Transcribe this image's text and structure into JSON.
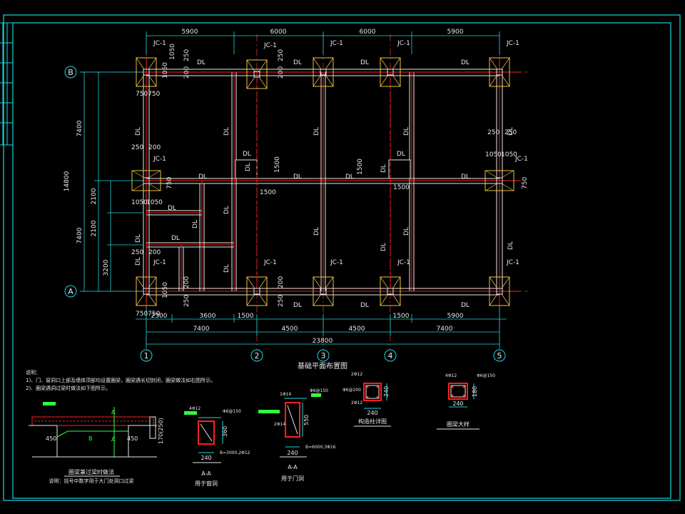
{
  "plan_title": "基础平面布置图",
  "top_dims": [
    "5900",
    "6000",
    "6000",
    "5900"
  ],
  "bottom_dims_row1": [
    "2300",
    "3600",
    "1500",
    "1500",
    "5900"
  ],
  "bottom_dims_row2": [
    "7400",
    "4500",
    "4500",
    "7400"
  ],
  "bottom_total": "23800",
  "left_dims_outer": [
    "7400",
    "7400"
  ],
  "left_total": "14800",
  "left_dims_inner": [
    "2100",
    "2100",
    "3200"
  ],
  "axis_rows": [
    "B",
    "A"
  ],
  "axis_cols": [
    "1",
    "2",
    "3",
    "4",
    "5"
  ],
  "footing_label": "JC-1",
  "beam_label": "DL",
  "dims_misc": {
    "d250": "250",
    "d200": "200",
    "d1050": "1050",
    "d750": "750",
    "d1500": "1500",
    "d1050_1050": "1050",
    "d750_750": "750750"
  },
  "notes": {
    "title": "说明：",
    "line1": "1)、门、窗洞口上部及墙体顶部均设置圈梁，圈梁遇长切封闭，圈梁做法如右图所示。",
    "line2": "2)、圈梁遇洞过梁时做法如下图所示。"
  },
  "details": {
    "lintel_title": "圈梁兼过梁时做法",
    "lintel_note": "说明：括号中数字用于大门处洞口过梁",
    "lintel_dims": [
      "450",
      "450",
      "170(250)"
    ],
    "lintel_marks": [
      "A",
      "A",
      "B"
    ],
    "window_title": "用于窗洞",
    "window_section": "A-A",
    "window_dims": [
      "240",
      "360"
    ],
    "window_rebar": [
      "4Φ12",
      "Φ6@150",
      "B=3000,2Φ12"
    ],
    "door_title": "用于门洞",
    "door_section": "A-A",
    "door_dims": [
      "240",
      "550"
    ],
    "door_rebar": [
      "1Φ14",
      "Φ6@150",
      "2Φ14",
      "B=6000,3Φ16"
    ],
    "column_title": "构造柱详图",
    "column_dims": [
      "240",
      "240"
    ],
    "column_rebar": [
      "2Φ12",
      "Φ6@200",
      "2Φ12"
    ],
    "ringbeam_title": "圈梁大样",
    "ringbeam_dims": [
      "240",
      "180"
    ],
    "ringbeam_rebar": [
      "4Φ12",
      "Φ6@150"
    ]
  }
}
